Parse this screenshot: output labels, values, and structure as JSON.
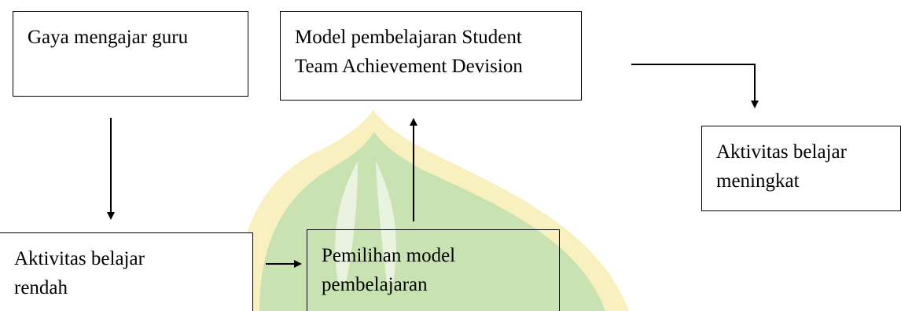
{
  "colors": {
    "watermark_green": "#8fd0a0",
    "watermark_yellow": "#f3e38a",
    "line": "#000000"
  },
  "boxes": {
    "gaya": {
      "lines": [
        "Gaya mengajar guru"
      ]
    },
    "model": {
      "lines": [
        "Model pembelajaran Student",
        "Team Achievement Devision"
      ]
    },
    "meningkat": {
      "lines": [
        "Aktivitas belajar",
        "meningkat"
      ]
    },
    "rendah": {
      "lines": [
        "Aktivitas belajar",
        "rendah"
      ]
    },
    "pemilihan": {
      "lines": [
        "Pemilihan model",
        "pembelajaran"
      ]
    }
  }
}
